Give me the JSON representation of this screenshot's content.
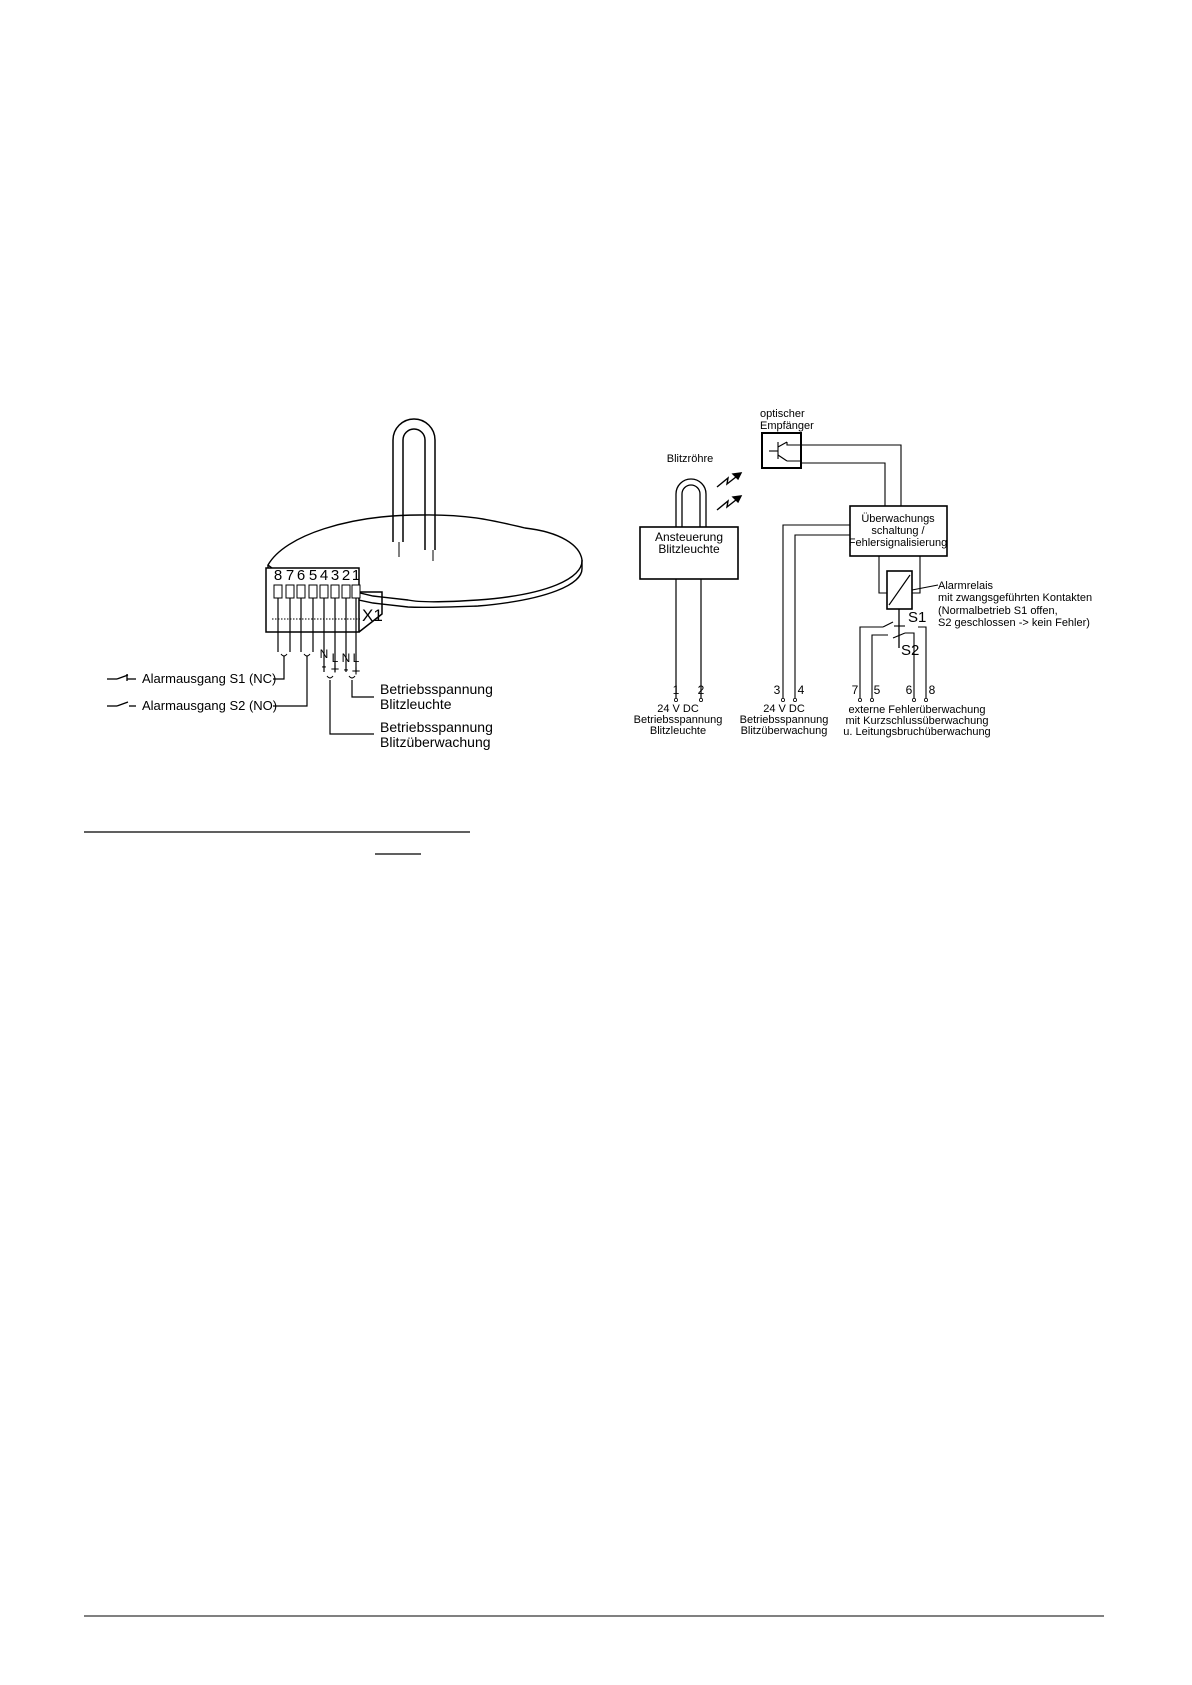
{
  "left": {
    "connector": "X1",
    "terminals": [
      "8",
      "7",
      "6",
      "5",
      "4",
      "3",
      "2",
      "1"
    ],
    "polarity": {
      "n4": "N",
      "l3": "L",
      "n2": "N",
      "l1": "L",
      "minus_a": "-",
      "plus_a": "+",
      "minus_b": "-",
      "plus_b": "+"
    },
    "labels": {
      "alarm_s1": "Alarmausgang S1 (NC)",
      "alarm_s2": "Alarmausgang S2 (NO)",
      "power_lamp_1": "Betriebsspannung",
      "power_lamp_2": "Blitzleuchte",
      "power_mon_1": "Betriebsspannung",
      "power_mon_2": "Blitzüberwachung"
    }
  },
  "right": {
    "receiver_1": "optischer",
    "receiver_2": "Empfänger",
    "tube": "Blitzröhre",
    "control_1": "Ansteuerung",
    "control_2": "Blitzleuchte",
    "monitor_1": "Überwachungs",
    "monitor_2": "schaltung /",
    "monitor_3": "Fehlersignalisierung",
    "relay_1": "Alarmrelais",
    "relay_2": "mit zwangsgeführten Kontakten",
    "relay_3": "(Normalbetrieb S1 offen,",
    "relay_4": "S2 geschlossen -> kein Fehler)",
    "s1": "S1",
    "s2": "S2",
    "terminals": [
      "1",
      "2",
      "3",
      "4",
      "7",
      "5",
      "6",
      "8"
    ],
    "g1": [
      "24 V DC",
      "Betriebsspannung",
      "Blitzleuchte"
    ],
    "g2": [
      "24 V DC",
      "Betriebsspannung",
      "Blitzüberwachung"
    ],
    "g3": [
      "externe Fehlerüberwachung",
      "mit Kurzschlussüberwachung",
      "u. Leitungsbruchüberwachung"
    ]
  }
}
